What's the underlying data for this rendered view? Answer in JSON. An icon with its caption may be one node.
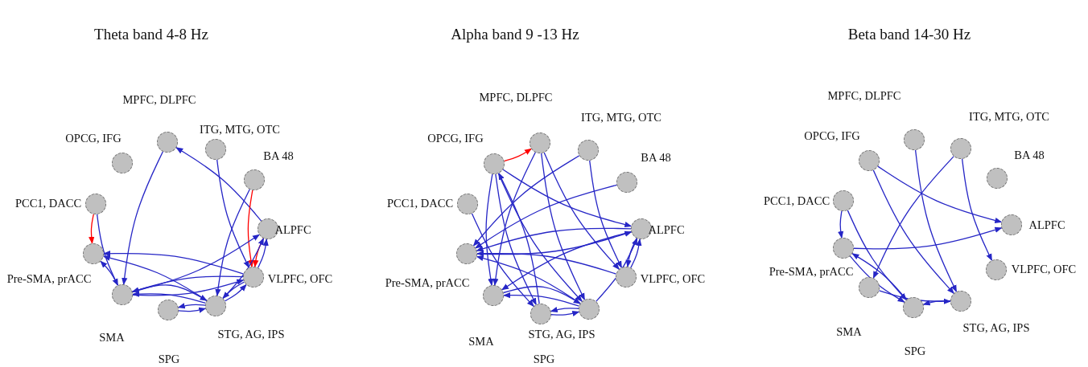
{
  "diagram": {
    "nodes": [
      {
        "text": [],
        "shape": "circle",
        "beside": [
          "MPFC, DLPFC"
        ]
      },
      {
        "text": [],
        "shape": "circle",
        "beside": [
          "ITG, MTG, OTC"
        ]
      },
      {
        "text": [],
        "shape": "circle",
        "beside": [
          "BA 48"
        ]
      },
      {
        "text": [],
        "shape": "circle",
        "beside": [
          "OPCG, IFG"
        ]
      },
      {
        "text": [],
        "shape": "circle",
        "beside": [
          "PCC1, DACC"
        ]
      },
      {
        "text": [],
        "shape": "circle",
        "beside": [
          "ALPFC"
        ]
      },
      {
        "text": [],
        "shape": "circle",
        "beside": [
          "Pre-SMA, prACC"
        ]
      },
      {
        "text": [],
        "shape": "circle",
        "beside": [
          "VLPFC, OFC"
        ]
      },
      {
        "text": [],
        "shape": "circle",
        "beside": [
          "SMA"
        ]
      },
      {
        "text": [],
        "shape": "circle",
        "beside": [
          "STG, AG, IPS"
        ]
      },
      {
        "text": [],
        "shape": "circle",
        "beside": [
          "SPG"
        ]
      },
      {
        "text": [],
        "shape": "circle",
        "beside": [
          "MPFC, DLPFC"
        ]
      },
      {
        "text": [],
        "shape": "circle",
        "beside": [
          "ITG, MTG, OTC"
        ]
      },
      {
        "text": [],
        "shape": "circle",
        "beside": [
          "BA 48"
        ]
      },
      {
        "text": [],
        "shape": "circle",
        "beside": [
          "OPCG, IFG"
        ]
      },
      {
        "text": [],
        "shape": "circle",
        "beside": [
          "PCC1, DACC"
        ]
      },
      {
        "text": [],
        "shape": "circle",
        "beside": [
          "ALPFC"
        ]
      },
      {
        "text": [],
        "shape": "circle",
        "beside": [
          "Pre-SMA, prACC"
        ]
      },
      {
        "text": [],
        "shape": "circle",
        "beside": [
          "VLPFC, OFC"
        ]
      },
      {
        "text": [],
        "shape": "circle",
        "beside": [
          "SMA"
        ]
      },
      {
        "text": [],
        "shape": "circle",
        "beside": [
          "STG, AG, IPS"
        ]
      },
      {
        "text": [],
        "shape": "circle",
        "beside": [
          "SPG"
        ]
      },
      {
        "text": [],
        "shape": "circle",
        "beside": [
          "MPFC, DLPFC"
        ]
      },
      {
        "text": [],
        "shape": "circle",
        "beside": [
          "ITG, MTG, OTC"
        ]
      },
      {
        "text": [],
        "shape": "circle",
        "beside": [
          "BA 48"
        ]
      },
      {
        "text": [],
        "shape": "circle",
        "beside": [
          "OPCG, IFG"
        ]
      },
      {
        "text": [],
        "shape": "circle",
        "beside": [
          "PCC1, DACC"
        ]
      },
      {
        "text": [],
        "shape": "circle",
        "beside": [
          "ALPFC"
        ]
      },
      {
        "text": [],
        "shape": "circle",
        "beside": [
          "Pre-SMA, prACC"
        ]
      },
      {
        "text": [],
        "shape": "circle",
        "beside": [
          "VLPFC, OFC"
        ]
      },
      {
        "text": [],
        "shape": "circle",
        "beside": [
          "SMA"
        ]
      },
      {
        "text": [],
        "shape": "circle",
        "beside": [
          "STG, AG, IPS"
        ]
      },
      {
        "text": [],
        "shape": "circle",
        "beside": [
          "SPG"
        ]
      }
    ],
    "edges": [
      {
        "from": 0,
        "to": 8,
        "arrow": "to"
      },
      {
        "from": 5,
        "to": 0,
        "arrow": "to"
      },
      {
        "from": 1,
        "to": 7,
        "arrow": "to"
      },
      {
        "from": 2,
        "to": 7,
        "arrow": "to",
        "color": "#ff0000"
      },
      {
        "from": 5,
        "to": 7,
        "arrow": "to",
        "color": "#ff0000"
      },
      {
        "from": 2,
        "to": 9,
        "arrow": "to"
      },
      {
        "from": 4,
        "to": 6,
        "arrow": "to",
        "color": "#ff0000"
      },
      {
        "from": 4,
        "to": 8,
        "arrow": "to"
      },
      {
        "from": 8,
        "to": 5,
        "arrow": "to"
      },
      {
        "from": 7,
        "to": 6,
        "arrow": "to"
      },
      {
        "from": 9,
        "to": 6,
        "arrow": "to"
      },
      {
        "from": 8,
        "to": 6,
        "arrow": "to"
      },
      {
        "from": 7,
        "to": 8,
        "arrow": "to"
      },
      {
        "from": 8,
        "to": 7,
        "arrow": "to"
      },
      {
        "from": 9,
        "to": 8,
        "arrow": "to"
      },
      {
        "from": 8,
        "to": 9,
        "arrow": "to"
      },
      {
        "from": 9,
        "to": 10,
        "arrow": "to"
      },
      {
        "from": 10,
        "to": 9,
        "arrow": "to"
      },
      {
        "from": 9,
        "to": 5,
        "arrow": "to"
      },
      {
        "from": 9,
        "to": 7,
        "arrow": "to"
      },
      {
        "from": 7,
        "to": 9,
        "arrow": "to"
      },
      {
        "from": 7,
        "to": 5,
        "arrow": "to"
      },
      {
        "from": 14,
        "to": 11,
        "arrow": "to",
        "color": "#ff0000"
      },
      {
        "from": 14,
        "to": 16,
        "arrow": "to"
      },
      {
        "from": 14,
        "to": 20,
        "arrow": "to"
      },
      {
        "from": 14,
        "to": 19,
        "arrow": "to"
      },
      {
        "from": 14,
        "to": 21,
        "arrow": "to"
      },
      {
        "from": 21,
        "to": 14,
        "arrow": "to"
      },
      {
        "from": 11,
        "to": 19,
        "arrow": "to"
      },
      {
        "from": 11,
        "to": 20,
        "arrow": "to"
      },
      {
        "from": 11,
        "to": 18,
        "arrow": "to"
      },
      {
        "from": 12,
        "to": 17,
        "arrow": "to"
      },
      {
        "from": 12,
        "to": 18,
        "arrow": "to"
      },
      {
        "from": 13,
        "to": 17,
        "arrow": "to"
      },
      {
        "from": 15,
        "to": 21,
        "arrow": "to"
      },
      {
        "from": 17,
        "to": 16,
        "arrow": "to"
      },
      {
        "from": 16,
        "to": 17,
        "arrow": "to"
      },
      {
        "from": 18,
        "to": 17,
        "arrow": "to"
      },
      {
        "from": 20,
        "to": 17,
        "arrow": "to"
      },
      {
        "from": 16,
        "to": 19,
        "arrow": "to"
      },
      {
        "from": 20,
        "to": 16,
        "arrow": "to"
      },
      {
        "from": 16,
        "to": 18,
        "arrow": "to"
      },
      {
        "from": 18,
        "to": 16,
        "arrow": "to"
      },
      {
        "from": 20,
        "to": 19,
        "arrow": "to"
      },
      {
        "from": 19,
        "to": 20,
        "arrow": "to"
      },
      {
        "from": 20,
        "to": 21,
        "arrow": "to"
      },
      {
        "from": 21,
        "to": 20,
        "arrow": "to"
      },
      {
        "from": 25,
        "to": 27,
        "arrow": "to"
      },
      {
        "from": 25,
        "to": 31,
        "arrow": "to"
      },
      {
        "from": 22,
        "to": 31,
        "arrow": "to"
      },
      {
        "from": 23,
        "to": 30,
        "arrow": "to"
      },
      {
        "from": 23,
        "to": 29,
        "arrow": "to"
      },
      {
        "from": 26,
        "to": 28,
        "arrow": "to"
      },
      {
        "from": 26,
        "to": 32,
        "arrow": "to"
      },
      {
        "from": 28,
        "to": 27,
        "arrow": "to"
      },
      {
        "from": 30,
        "to": 31,
        "arrow": "to"
      },
      {
        "from": 31,
        "to": 32,
        "arrow": "to"
      },
      {
        "from": 32,
        "to": 28,
        "arrow": "to"
      },
      {
        "from": 28,
        "to": 32,
        "arrow": "to"
      }
    ],
    "labels": [
      "Theta band 4-8 Hz",
      "Alpha band 9 -13 Hz",
      "Beta band 14-30 Hz"
    ]
  }
}
